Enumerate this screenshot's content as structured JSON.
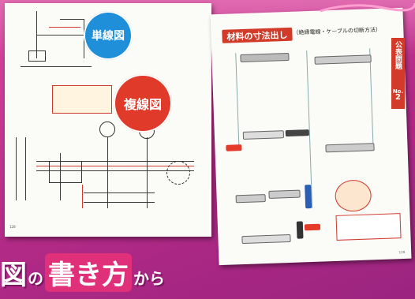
{
  "left_page": {
    "badge_single": "単線図",
    "badge_double": "複線図",
    "note_text": "",
    "page_number": "128"
  },
  "right_page": {
    "title": "材料の寸法出し",
    "subtitle": "（絶縁電線・ケーブルの切断方法）",
    "side_tab": "公表問題",
    "side_no_label": "No.",
    "side_no_value": "2",
    "page_number": "119"
  },
  "headline": {
    "part1": "図",
    "part2": "の",
    "part3": "書き方",
    "part4": "から"
  },
  "colors": {
    "background": "#c0328f",
    "accent_red": "#d23b2a",
    "accent_blue": "#1e8fd8"
  }
}
